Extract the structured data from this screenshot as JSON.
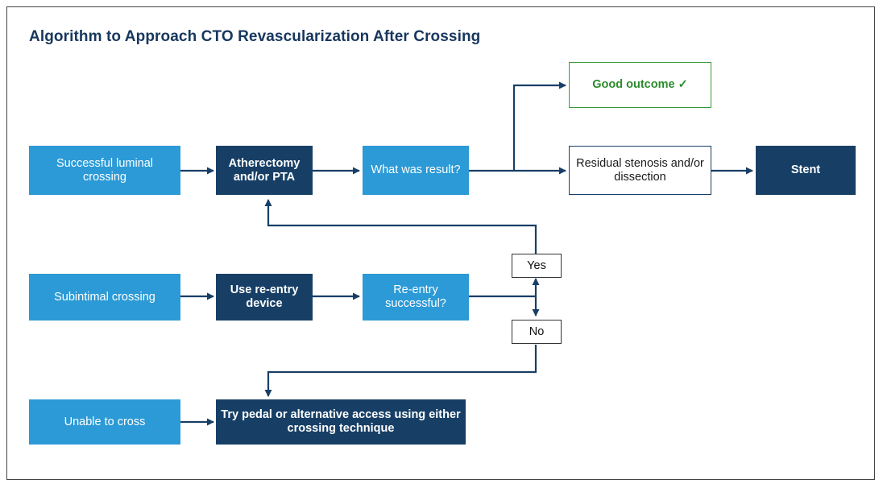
{
  "title": "Algorithm to Approach CTO Revascularization After Crossing",
  "nodes": {
    "successful_luminal": "Successful luminal crossing",
    "atherectomy": "Atherectomy and/or PTA",
    "what_result": "What was result?",
    "good_outcome": "Good outcome ✓",
    "residual": "Residual stenosis and/or dissection",
    "stent": "Stent",
    "subintimal": "Subintimal crossing",
    "reentry_device": "Use re-entry device",
    "reentry_success": "Re-entry successful?",
    "yes": "Yes",
    "no": "No",
    "unable": "Unable to cross",
    "try_pedal": "Try pedal or alternative access using either crossing technique"
  },
  "colors": {
    "light_box": "#2b9ad6",
    "dark_box": "#173f66",
    "connector": "#173f66",
    "good_outcome": "#2e8b2e"
  }
}
